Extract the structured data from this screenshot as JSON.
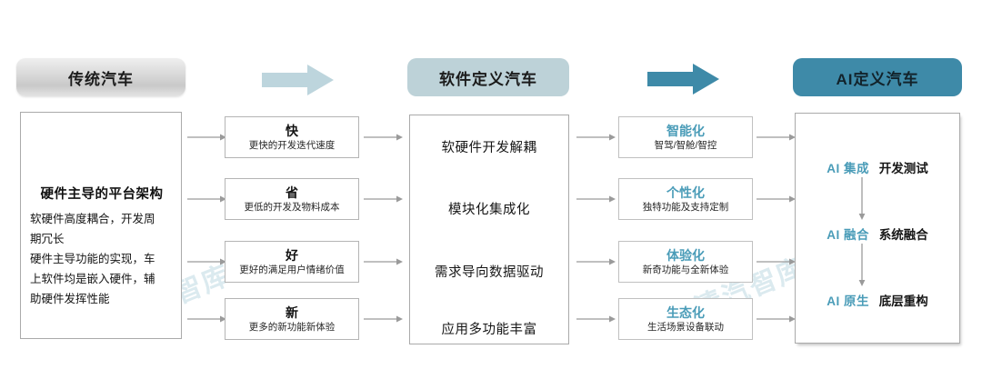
{
  "stages": [
    {
      "id": "traditional",
      "label": "传统汽车"
    },
    {
      "id": "software-defined",
      "label": "软件定义汽车"
    },
    {
      "id": "ai-defined",
      "label": "AI定义汽车"
    }
  ],
  "left_panel": {
    "title": "硬件主导的平台架构",
    "body_lines": [
      "软硬件高度耦合，开发周",
      "期冗长",
      "硬件主导功能的实现，车",
      "上软件均是嵌入硬件，辅",
      "助硬件发挥性能"
    ]
  },
  "benefit_cards": [
    {
      "title": "快",
      "subtitle": "更快的开发迭代速度"
    },
    {
      "title": "省",
      "subtitle": "更低的开发及物料成本"
    },
    {
      "title": "好",
      "subtitle": "更好的满足用户情绪价值"
    },
    {
      "title": "新",
      "subtitle": "更多的新功能新体验"
    }
  ],
  "mid_panel": {
    "lines": [
      "软硬件开发解耦",
      "模块化集成化",
      "需求导向数据驱动",
      "应用多功能丰富"
    ]
  },
  "capability_cards": [
    {
      "title": "智能化",
      "subtitle": "智驾/智舱/智控"
    },
    {
      "title": "个性化",
      "subtitle": "独特功能及支持定制"
    },
    {
      "title": "体验化",
      "subtitle": "新奇功能与全新体验"
    },
    {
      "title": "生态化",
      "subtitle": "生活场景设备联动"
    }
  ],
  "right_panel": {
    "rows": [
      {
        "prefix": "AI 集成",
        "tag": "开发测试"
      },
      {
        "prefix": "AI 融合",
        "tag": "系统融合"
      },
      {
        "prefix": "AI 原生",
        "tag": "底层重构"
      }
    ]
  },
  "watermark": {
    "text": "清汽智库"
  },
  "colors": {
    "header_gray_start": "#efefef",
    "header_gray_end": "#c9c9c9",
    "header_bluegray": "#bdd2d8",
    "header_teal": "#3e8aa8",
    "arrow_lightblue": "#bdd5dd",
    "arrow_teal": "#3e8aa8",
    "accent_teal_text": "#4a9cb8",
    "connector_gray": "#9a9a9a",
    "watermark_blue": "#cfe3ea"
  }
}
